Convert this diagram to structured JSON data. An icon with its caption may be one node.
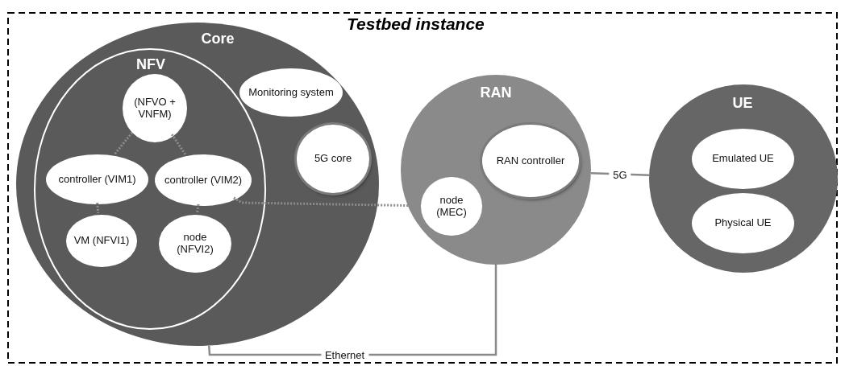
{
  "diagram": {
    "title": "Testbed instance",
    "nodes": [
      {
        "text": [
          "Core"
        ]
      },
      {
        "text": [
          "NFV"
        ],
        "in": 0
      },
      {
        "text": [
          "(NFVO + VNFM)"
        ],
        "in": 1
      },
      {
        "text": [
          "controller (VIM1)"
        ],
        "in": 1
      },
      {
        "text": [
          "controller (VIM2)"
        ],
        "in": 1
      },
      {
        "text": [
          "VM (NFVI1)"
        ],
        "in": 1
      },
      {
        "text": [
          "node (NFVI2)"
        ],
        "in": 1
      },
      {
        "text": [
          "Monitoring system"
        ],
        "in": 0
      },
      {
        "text": [
          "5G core"
        ],
        "in": 0
      },
      {
        "text": [
          "RAN"
        ]
      },
      {
        "text": [
          "RAN controller"
        ],
        "in": 9
      },
      {
        "text": [
          "node (MEC)"
        ],
        "in": 9
      },
      {
        "text": [
          "UE"
        ]
      },
      {
        "text": [
          "Emulated UE"
        ],
        "in": 12
      },
      {
        "text": [
          "Physical UE"
        ],
        "in": 12
      }
    ],
    "edges": [
      {
        "from": 2,
        "to": 3,
        "arrow": "none",
        "style": "dashed"
      },
      {
        "from": 2,
        "to": 4,
        "arrow": "none",
        "style": "dashed"
      },
      {
        "from": 3,
        "to": 5,
        "arrow": "none",
        "style": "dashed"
      },
      {
        "from": 4,
        "to": 6,
        "arrow": "none",
        "style": "dashed"
      },
      {
        "from": 4,
        "to": 11,
        "arrow": "none",
        "style": "dashed"
      },
      {
        "from": 9,
        "to": 12,
        "arrow": "none",
        "label": "5G"
      },
      {
        "from": 0,
        "to": 9,
        "arrow": "none",
        "label": "Ethernet"
      }
    ]
  }
}
